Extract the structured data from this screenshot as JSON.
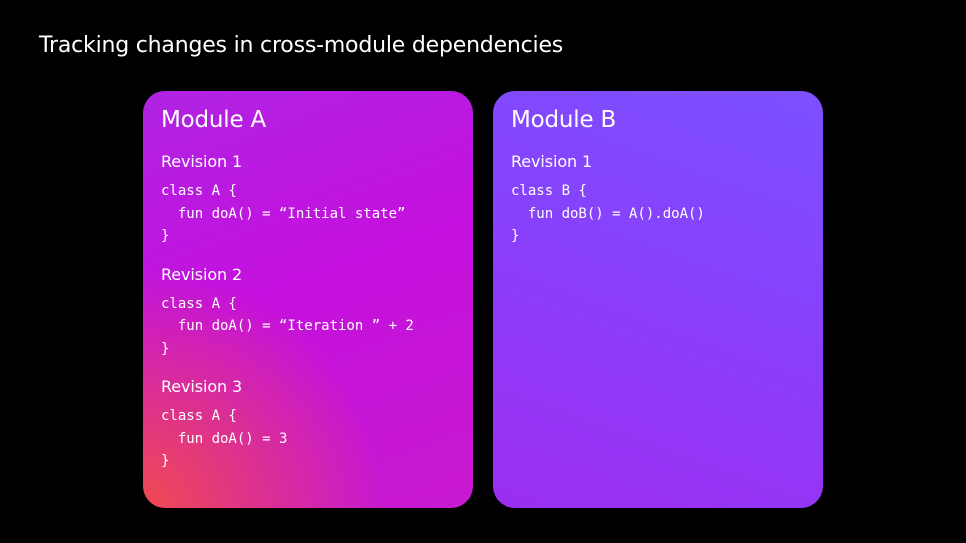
{
  "slide": {
    "title": "Tracking changes in cross-module dependencies"
  },
  "modules": [
    {
      "title": "Module A",
      "revisions": [
        {
          "label": "Revision 1",
          "code": [
            "class A {",
            "  fun doA() = “Initial state”",
            "}"
          ]
        },
        {
          "label": "Revision 2",
          "code": [
            "class A {",
            "  fun doA() = “Iteration ” + 2",
            "}"
          ]
        },
        {
          "label": "Revision 3",
          "code": [
            "class A {",
            "  fun doA() = 3",
            "}"
          ]
        }
      ]
    },
    {
      "title": "Module B",
      "revisions": [
        {
          "label": "Revision 1",
          "code": [
            "class B {",
            "  fun doB() = A().doA()",
            "}"
          ]
        }
      ]
    }
  ],
  "colors": {
    "background": "#000000",
    "module_a_gradient": [
      "#b024e3",
      "#c410de",
      "#f04a50"
    ],
    "module_b_gradient": [
      "#9c2ef0",
      "#7c50ff"
    ],
    "text": "#ffffff"
  }
}
